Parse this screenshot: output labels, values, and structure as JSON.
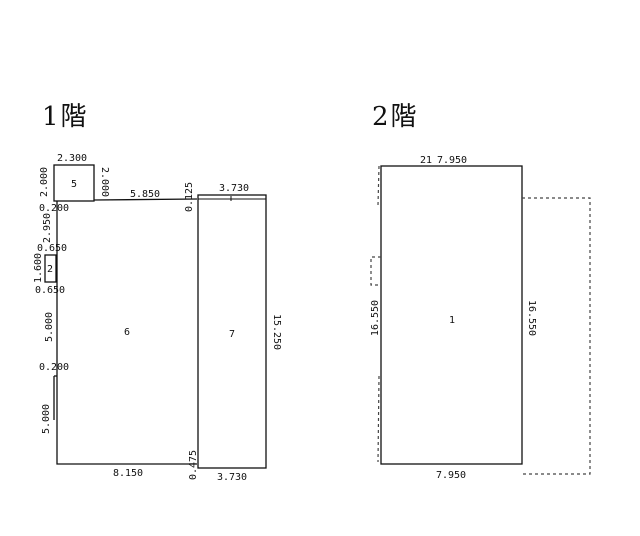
{
  "floor1": {
    "title": "1階",
    "rooms": {
      "r5": "5",
      "r2": "2",
      "r6": "6",
      "r7": "7"
    },
    "dims": {
      "top_box5": "2.300",
      "left_box5": "2.000",
      "right_box5": "2.000",
      "top_main": "5.850",
      "gap_top": "0.125",
      "top_annex": "3.730",
      "left_0200_a": "0.200",
      "left_2950": "2.950",
      "left_0650_a": "0.650",
      "left_1600": "1.600",
      "left_0650_b": "0.650",
      "left_5000_a": "5.000",
      "left_0200_b": "0.200",
      "left_5000_b": "5.000",
      "annex_right": "15.250",
      "bottom_main": "8.150",
      "gap_bottom": "0.475",
      "bottom_annex": "3.730"
    }
  },
  "floor2": {
    "title": "2階",
    "rooms": {
      "r1": "1"
    },
    "dims": {
      "top_small": "21",
      "top": "7.950",
      "left": "16.550",
      "right": "16.550",
      "bottom": "7.950"
    }
  },
  "colors": {
    "line": "#111111",
    "dashed": "#444444"
  }
}
